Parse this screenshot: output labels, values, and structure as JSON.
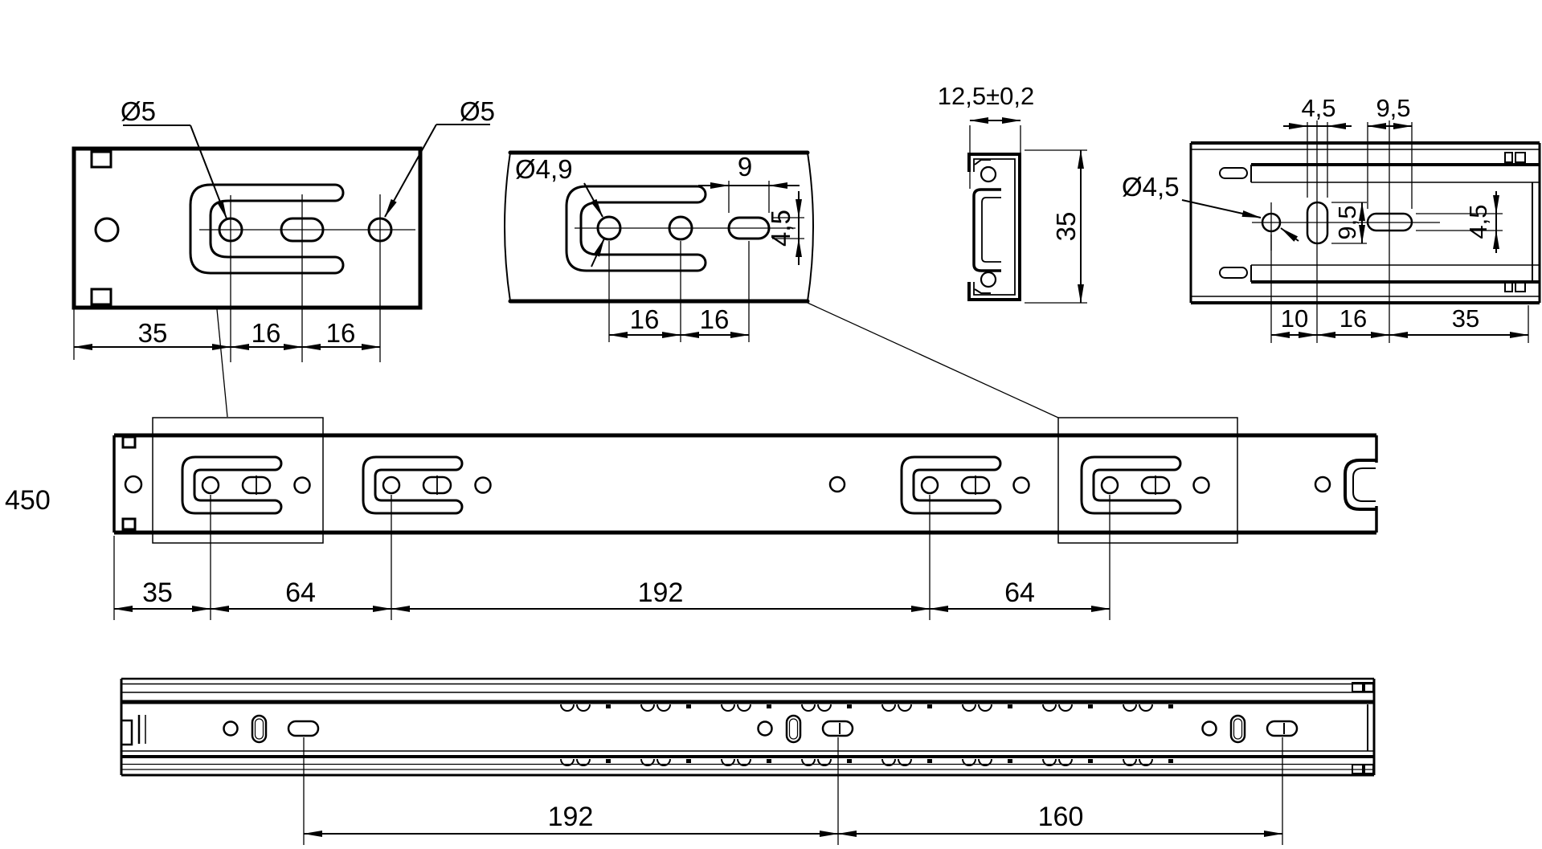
{
  "drawing": {
    "canvas": {
      "width": "1919",
      "height": "1057",
      "background": "#ffffff",
      "line_color": "#000000"
    },
    "views": {
      "detail_mount_front": {
        "dia_left": "Ø5",
        "dia_right": "Ø5",
        "dim_edge": "35",
        "dim_pitch1": "16",
        "dim_pitch2": "16"
      },
      "detail_mount_mid": {
        "dia": "Ø4,9",
        "dim_slot_w": "9",
        "dim_slot_h": "4,5",
        "dim_pitch1": "16",
        "dim_pitch2": "16"
      },
      "cross_section": {
        "dim_width": "12,5±0,2",
        "dim_height": "35"
      },
      "detail_drawer_end": {
        "dia": "Ø4,5",
        "dim_top1": "4,5",
        "dim_top2": "9,5",
        "dim_side1": "9,5",
        "dim_side2": "4,5",
        "dim_bot1": "10",
        "dim_bot2": "16",
        "dim_bot3": "35"
      },
      "side_view": {
        "length": "450",
        "dim1": "35",
        "dim2": "64",
        "dim3": "192",
        "dim4": "64"
      },
      "bottom_view": {
        "dim1": "192",
        "dim2": "160"
      }
    }
  }
}
